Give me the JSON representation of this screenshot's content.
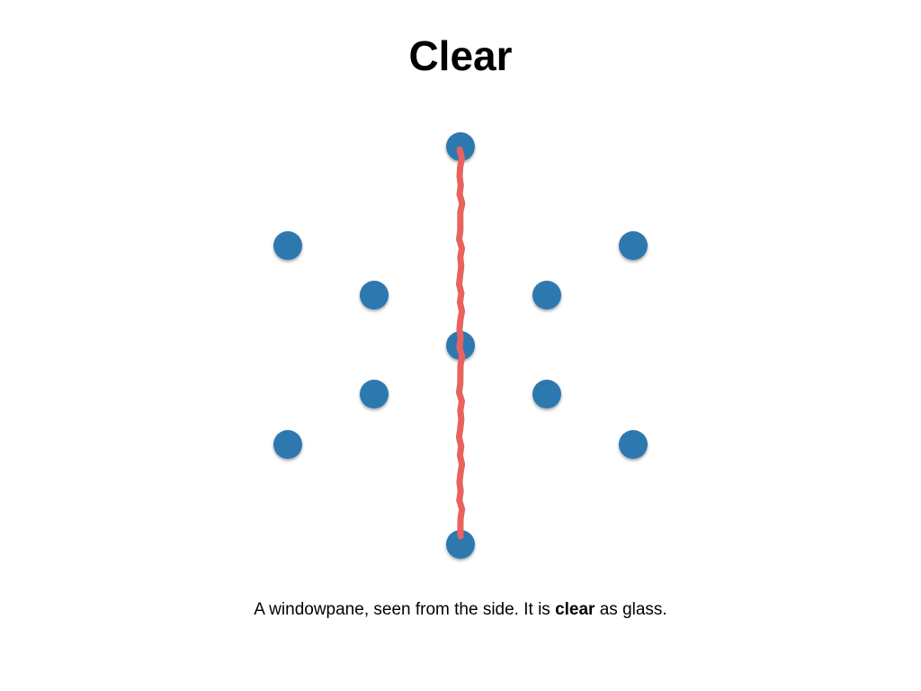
{
  "slide": {
    "title": "Clear",
    "caption": {
      "before": "A windowpane, seen from the side. It is ",
      "emphasis": "clear",
      "after": " as glass."
    }
  },
  "colors": {
    "dot": "#2E78B0",
    "pane_line": "#E8625E",
    "text": "#000000",
    "background": "#FFFFFF"
  }
}
